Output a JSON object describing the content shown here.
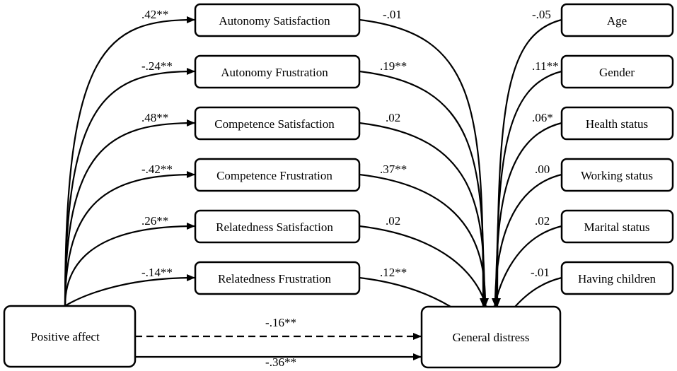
{
  "predictor": {
    "label": "Positive affect"
  },
  "outcome": {
    "label": "General distress"
  },
  "mediators": [
    {
      "label": "Autonomy Satisfaction",
      "a_path": ".42**",
      "b_path": "-.01"
    },
    {
      "label": "Autonomy Frustration",
      "a_path": "-.24**",
      "b_path": ".19**"
    },
    {
      "label": "Competence Satisfaction",
      "a_path": ".48**",
      "b_path": ".02"
    },
    {
      "label": "Competence Frustration",
      "a_path": "-.42**",
      "b_path": ".37**"
    },
    {
      "label": "Relatedness Satisfaction",
      "a_path": ".26**",
      "b_path": ".02"
    },
    {
      "label": "Relatedness Frustration",
      "a_path": "-.14**",
      "b_path": ".12**"
    }
  ],
  "covariates": [
    {
      "label": "Age",
      "coef": "-.05"
    },
    {
      "label": "Gender",
      "coef": ".11**"
    },
    {
      "label": "Health status",
      "coef": ".06*"
    },
    {
      "label": "Working status",
      "coef": ".00"
    },
    {
      "label": "Marital status",
      "coef": ".02"
    },
    {
      "label": "Having children",
      "coef": "-.01"
    }
  ],
  "direct_effect": {
    "coef": "-.16**",
    "style": "dashed"
  },
  "total_effect": {
    "coef": "-.36**",
    "style": "solid"
  }
}
